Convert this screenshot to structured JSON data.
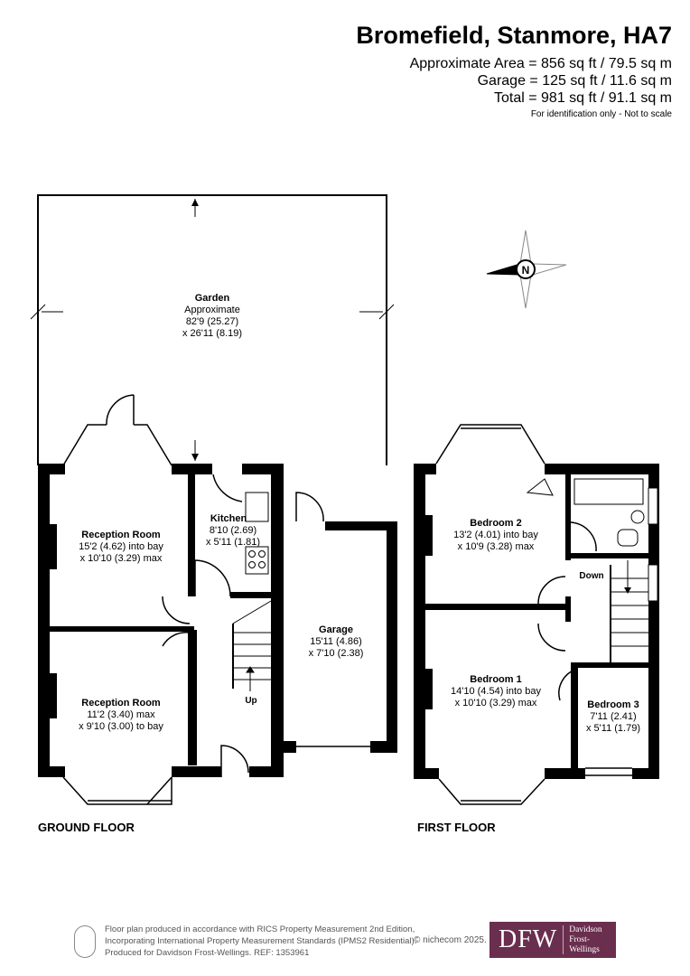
{
  "header": {
    "title": "Bromefield, Stanmore, HA7",
    "approx_area": "Approximate Area = 856 sq ft / 79.5 sq m",
    "garage_area": "Garage = 125 sq ft / 11.6 sq m",
    "total_area": "Total = 981 sq ft / 91.1 sq m",
    "note": "For identification only - Not to scale"
  },
  "compass": {
    "label": "N",
    "icon": "compass-rose-icon"
  },
  "ground_floor": {
    "label": "GROUND FLOOR",
    "garden": {
      "name": "Garden",
      "line1": "Approximate",
      "line2": "82'9 (25.27)",
      "line3": "x 26'11 (8.19)"
    },
    "reception1": {
      "name": "Reception Room",
      "line1": "15'2 (4.62) into bay",
      "line2": "x 10'10 (3.29) max"
    },
    "reception2": {
      "name": "Reception Room",
      "line1": "11'2 (3.40) max",
      "line2": "x 9'10 (3.00) to bay"
    },
    "kitchen": {
      "name": "Kitchen",
      "line1": "8'10 (2.69)",
      "line2": "x 5'11 (1.81)"
    },
    "garage": {
      "name": "Garage",
      "line1": "15'11 (4.86)",
      "line2": "x 7'10 (2.38)"
    },
    "stairs": "Up"
  },
  "first_floor": {
    "label": "FIRST FLOOR",
    "bedroom2": {
      "name": "Bedroom 2",
      "line1": "13'2 (4.01) into bay",
      "line2": "x 10'9 (3.28) max"
    },
    "bedroom1": {
      "name": "Bedroom 1",
      "line1": "14'10 (4.54) into bay",
      "line2": "x 10'10 (3.29) max"
    },
    "bedroom3": {
      "name": "Bedroom 3",
      "line1": "7'11 (2.41)",
      "line2": "x 5'11 (1.79)"
    },
    "stairs": "Down"
  },
  "footer": {
    "line1": "Floor plan produced in accordance with RICS Property Measurement 2nd Edition,",
    "line2": "Incorporating International Property Measurement Standards (IPMS2 Residential).",
    "line3": "Produced for Davidson Frost-Wellings.   REF: 1353961",
    "copyright": "© nichecom 2025.",
    "logo_text": "DFW",
    "logo_name1": "Davidson",
    "logo_name2": "Frost-Wellings"
  },
  "colors": {
    "walls": "#000000",
    "brand": "#6a2e4e"
  }
}
